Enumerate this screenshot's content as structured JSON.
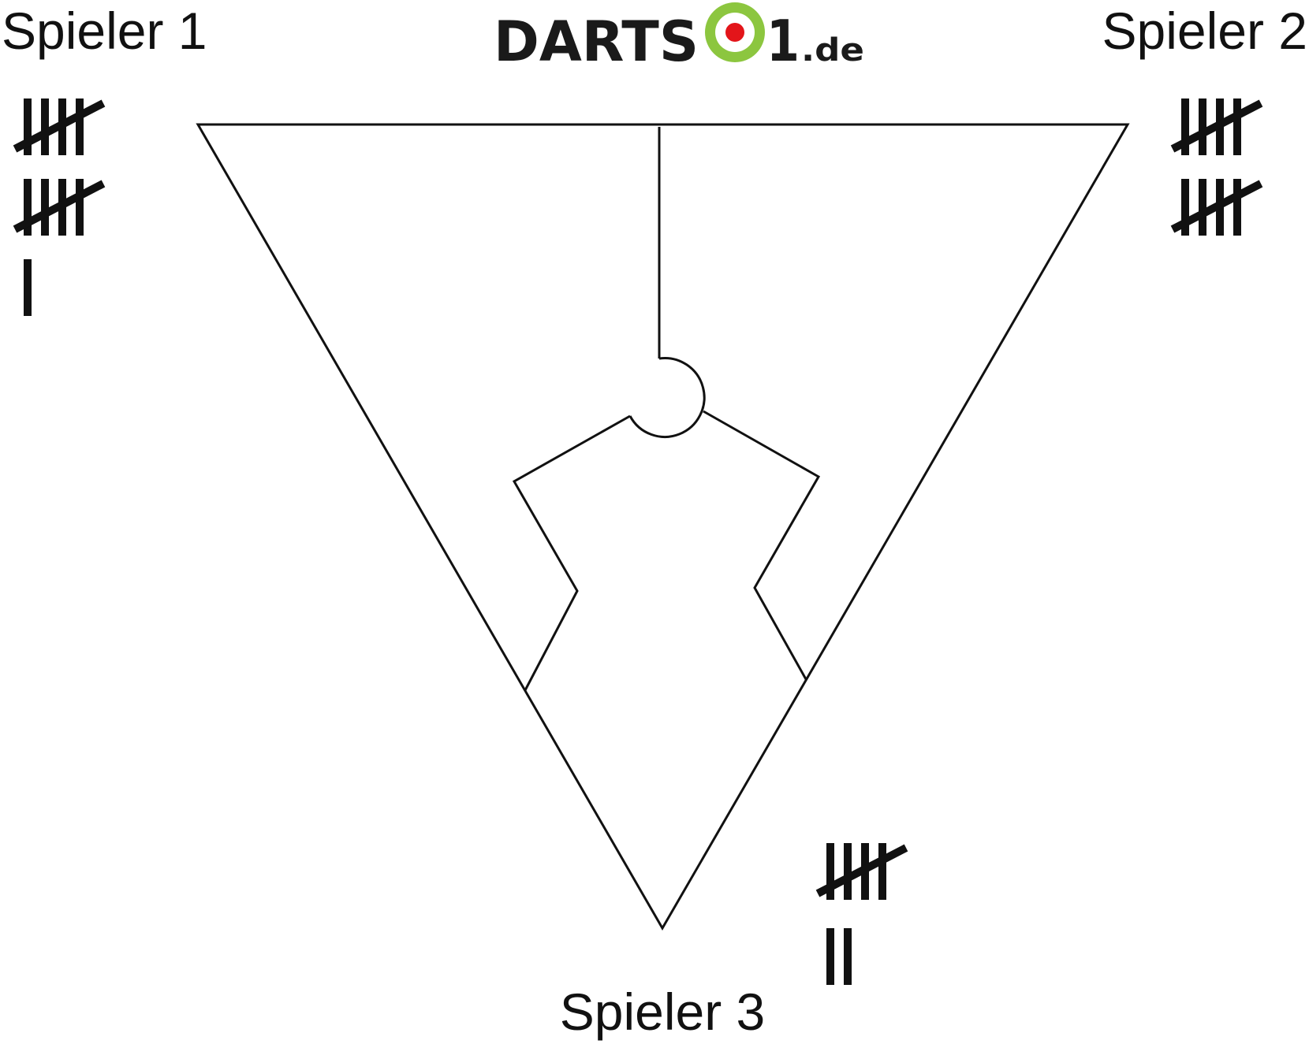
{
  "header": {
    "logo_text": "DARTS",
    "logo_digit": "1",
    "logo_suffix": ".de"
  },
  "players": [
    {
      "label": "Spieler 1",
      "tally": 11
    },
    {
      "label": "Spieler 2",
      "tally": 10
    },
    {
      "label": "Spieler 3",
      "tally": 7
    }
  ],
  "colors": {
    "line": "#111111",
    "logo_ring": "#8cc63f",
    "logo_dot": "#e3151a",
    "logo_text": "#1a1a1a"
  }
}
